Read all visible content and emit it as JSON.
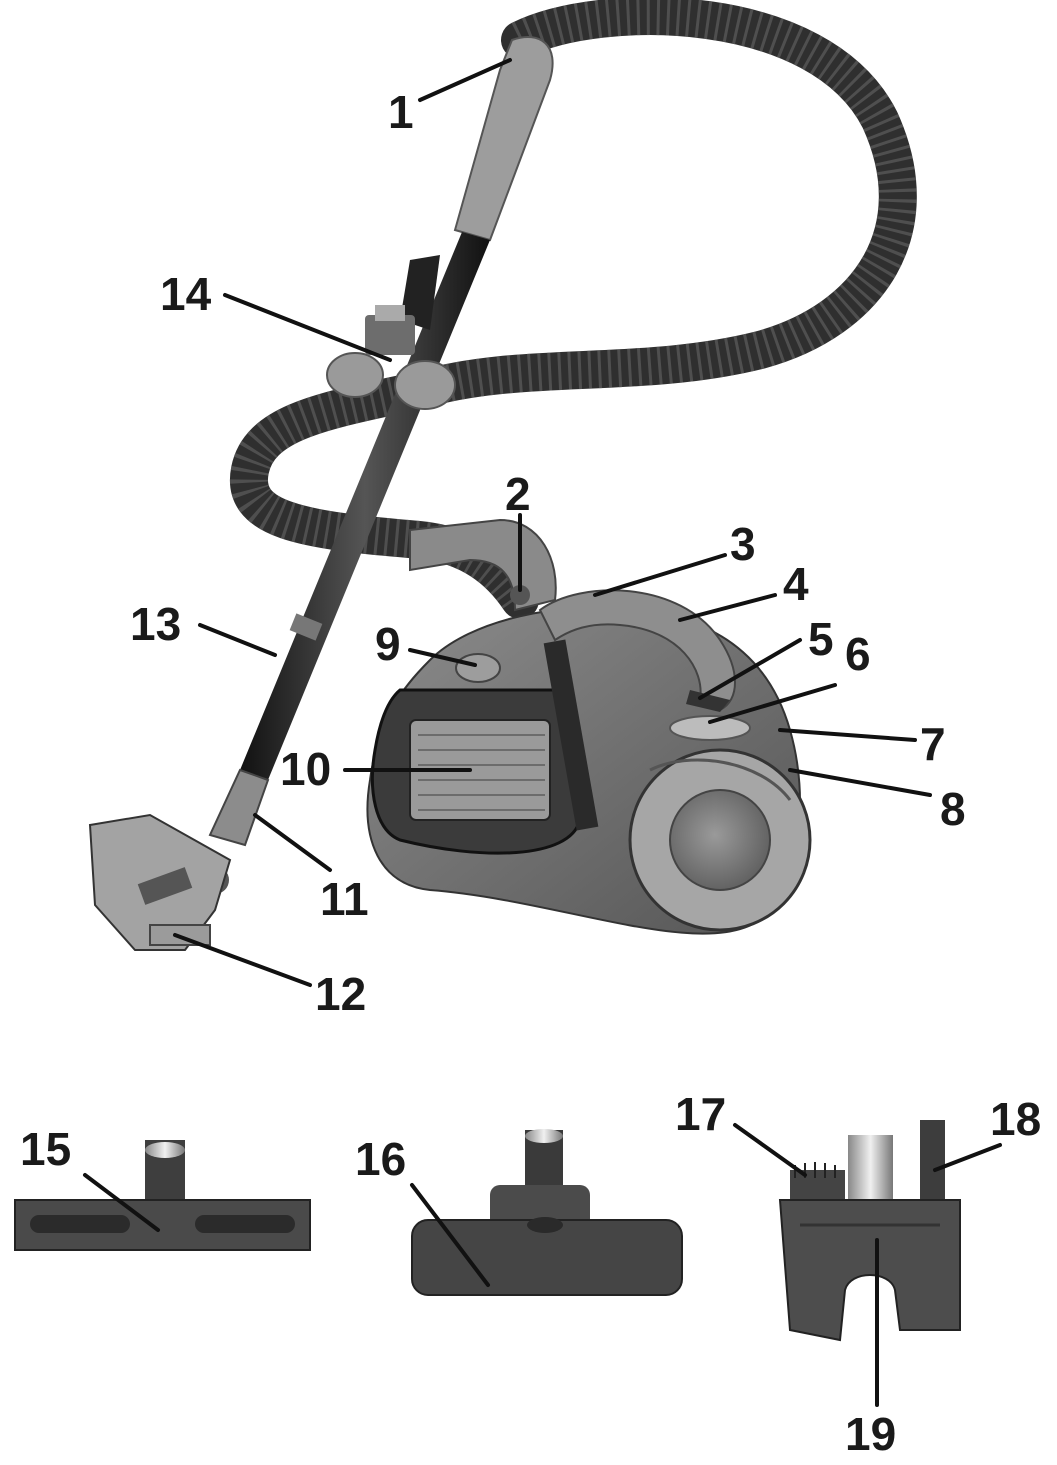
{
  "diagram": {
    "labels": {
      "l1": "1",
      "l2": "2",
      "l3": "3",
      "l4": "4",
      "l5": "5",
      "l6": "6",
      "l7": "7",
      "l8": "8",
      "l9": "9",
      "l10": "10",
      "l11": "11",
      "l12": "12",
      "l13": "13",
      "l14": "14",
      "l15": "15",
      "l16": "16",
      "l17": "17",
      "l18": "18",
      "l19": "19"
    },
    "colors": {
      "body": "#7d7d7d",
      "body_dark": "#4a4a4a",
      "hose": "#3a3a3a",
      "hose_light": "#8a8a8a",
      "tube": "#222222",
      "light_plastic": "#a8a8a8",
      "metal": "#c8c8c8"
    }
  }
}
